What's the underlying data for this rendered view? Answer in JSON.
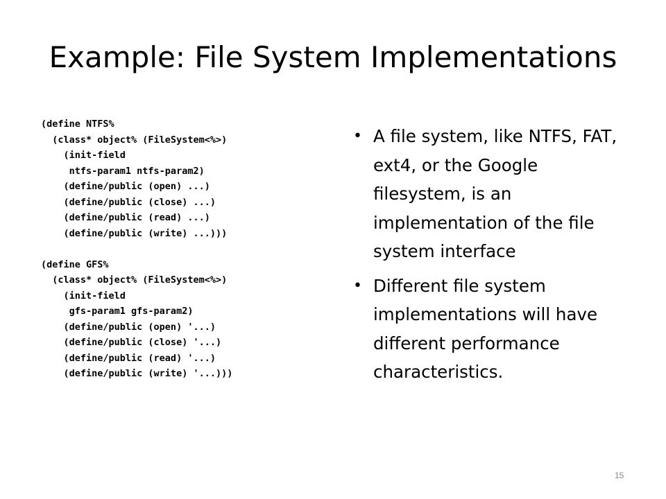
{
  "slide": {
    "title": "Example: File System Implementations",
    "code_lines": [
      "(define NTFS%",
      "  (class* object% (FileSystem<%>)",
      "    (init-field",
      "     ntfs-param1 ntfs-param2)",
      "    (define/public (open) ...)",
      "    (define/public (close) ...)",
      "    (define/public (read) ...)",
      "    (define/public (write) ...)))",
      "",
      "(define GFS%",
      "  (class* object% (FileSystem<%>)",
      "    (init-field",
      "     gfs-param1 gfs-param2)",
      "    (define/public (open) '...)",
      "    (define/public (close) '...)",
      "    (define/public (read) '...)",
      "    (define/public (write) '...)))"
    ],
    "bullet_marker": "•",
    "bullets": [
      "A file system, like NTFS, FAT, ext4, or the Google filesystem, is an implementation of the file system interface",
      "Different file system implementations will have different performance characteristics."
    ],
    "page_number": "15"
  }
}
